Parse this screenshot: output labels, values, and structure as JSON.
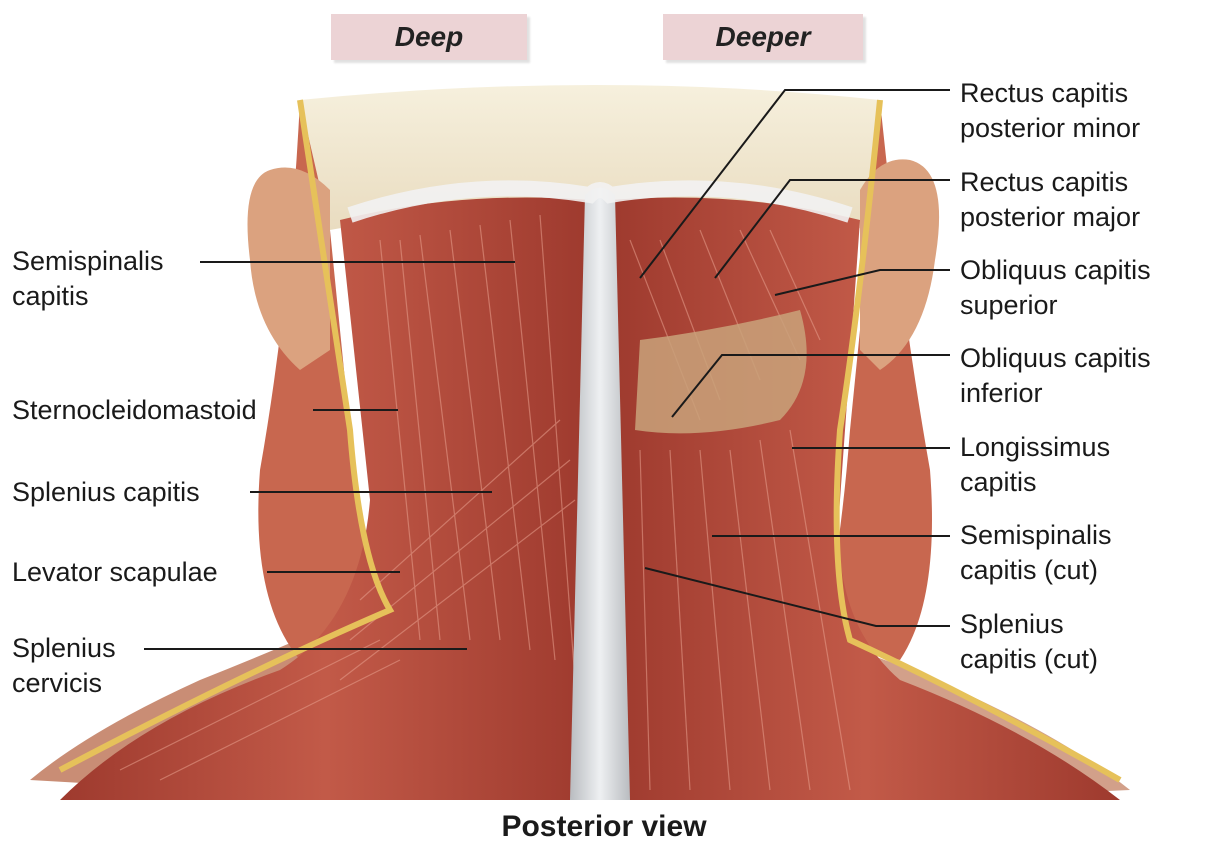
{
  "headers": {
    "deep": "Deep",
    "deeper": "Deeper"
  },
  "caption": "Posterior view",
  "labels_left": {
    "semispinalis_capitis": "Semispinalis\ncapitis",
    "sternocleidomastoid": "Sternocleidomastoid",
    "splenius_capitis": "Splenius capitis",
    "levator_scapulae": "Levator scapulae",
    "splenius_cervicis": "Splenius\ncervicis"
  },
  "labels_right": {
    "rectus_minor": "Rectus capitis\nposterior minor",
    "rectus_major": "Rectus capitis\nposterior major",
    "obliquus_superior": "Obliquus capitis\nsuperior",
    "obliquus_inferior": "Obliquus capitis\ninferior",
    "longissimus": "Longissimus\ncapitis",
    "semispinalis_cut": "Semispinalis\ncapitis (cut)",
    "splenius_cut": "Splenius\ncapitis (cut)"
  },
  "colors": {
    "muscle": "#b84a3c",
    "muscle_dark": "#8e2f25",
    "fascia": "#e6c15a",
    "skin": "#d9a488",
    "skull": "#efe3c7",
    "spine": "#d7d9dc"
  }
}
